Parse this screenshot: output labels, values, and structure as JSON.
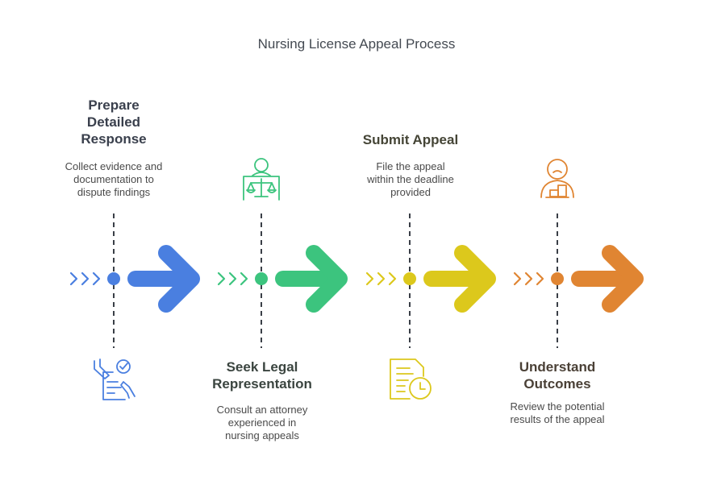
{
  "title": "Nursing License Appeal Process",
  "steps": [
    {
      "title": "Prepare Detailed Response",
      "title_lines": [
        "Prepare",
        "Detailed",
        "Response"
      ],
      "description": "Collect evidence and documentation to dispute findings",
      "desc_lines": [
        "Collect evidence and",
        "documentation to",
        "dispute findings"
      ],
      "color": "#4a7fe0",
      "title_color": "#3a404d",
      "icon": "document-checklist-hands-icon",
      "text_position": "top"
    },
    {
      "title": "Seek Legal Representation",
      "title_lines": [
        "Seek Legal",
        "Representation"
      ],
      "description": "Consult an attorney experienced in nursing appeals",
      "desc_lines": [
        "Consult an attorney",
        "experienced in",
        "nursing appeals"
      ],
      "color": "#3cc47e",
      "title_color": "#3b4540",
      "icon": "lawyer-scales-icon",
      "text_position": "bottom"
    },
    {
      "title": "Submit Appeal",
      "title_lines": [
        "Submit Appeal"
      ],
      "description": "File the appeal within the deadline provided",
      "desc_lines": [
        "File the appeal",
        "within the deadline",
        "provided"
      ],
      "color": "#dcc81c",
      "title_color": "#454536",
      "icon": "document-clock-icon",
      "text_position": "top"
    },
    {
      "title": "Understand Outcomes",
      "title_lines": [
        "Understand",
        "Outcomes"
      ],
      "description": "Review the potential results of the appeal",
      "desc_lines": [
        "Review the potential",
        "results of the appeal"
      ],
      "color": "#e08532",
      "title_color": "#4a4036",
      "icon": "sad-person-results-icon",
      "text_position": "bottom"
    }
  ]
}
